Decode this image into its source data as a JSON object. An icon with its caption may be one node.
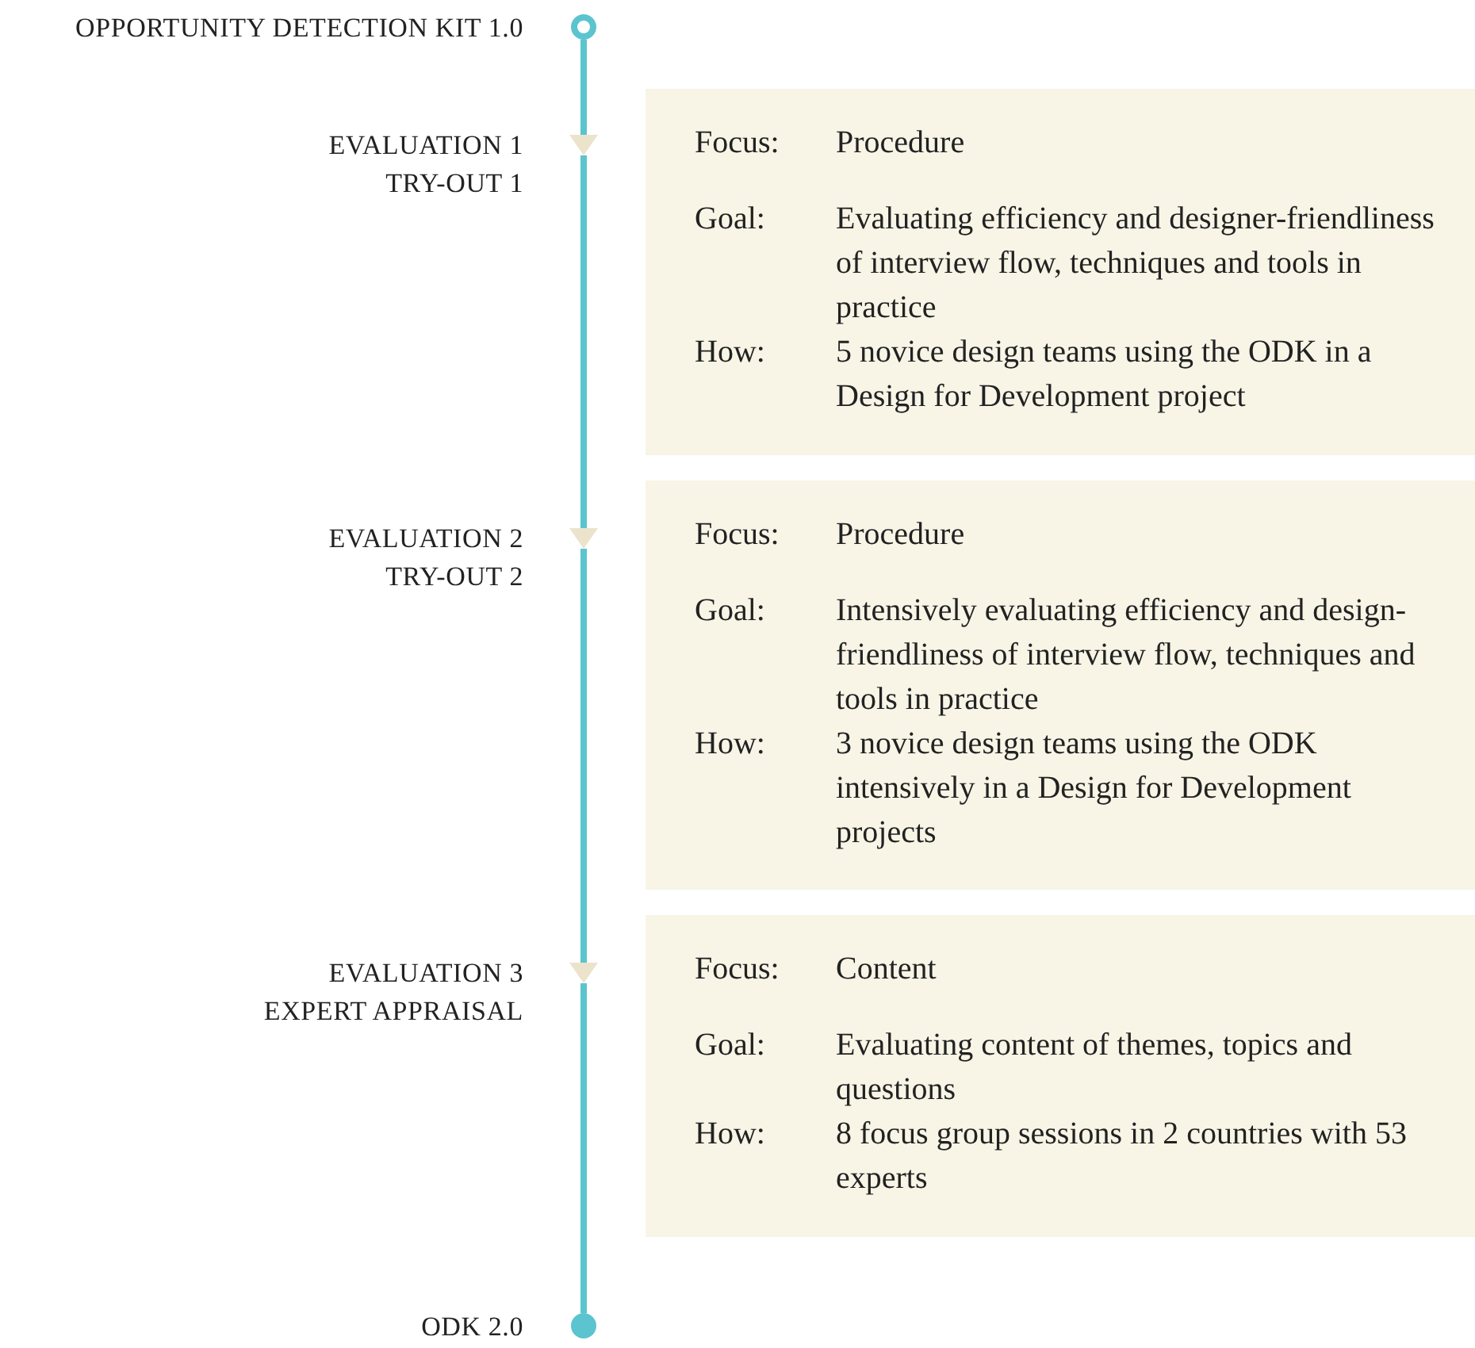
{
  "diagram": {
    "nodes": [
      {
        "text": [],
        "shape": "circle",
        "beside": [
          "OPPORTUNITY DETECTION KIT 1.0"
        ]
      },
      {
        "text": [],
        "shape": "triangle",
        "beside": [
          "EVALUATION 1",
          "TRY-OUT 1"
        ]
      },
      {
        "text": [
          "Focus:",
          "Procedure",
          "Goal:",
          "Evaluating efficiency and designer-friendliness of interview flow, techniques and tools in practice",
          "How:",
          "5 novice design teams using the ODK in a Design for Development project"
        ]
      },
      {
        "text": [],
        "shape": "triangle",
        "beside": [
          "EVALUATION 2",
          "TRY-OUT 2"
        ]
      },
      {
        "text": [
          "Focus:",
          "Procedure",
          "Goal:",
          "Intensively evaluating efficiency and design-friendliness of interview flow, techniques and tools in practice",
          "How:",
          "3 novice design teams using the ODK intensively in a Design for Development projects"
        ]
      },
      {
        "text": [],
        "shape": "triangle",
        "beside": [
          "EVALUATION 3",
          "EXPERT APPRAISAL"
        ]
      },
      {
        "text": [
          "Focus:",
          "Content",
          "Goal:",
          "Evaluating content of themes, topics and questions",
          "How:",
          "8 focus group sessions in 2 countries with 53 experts"
        ]
      },
      {
        "text": [],
        "shape": "circle",
        "beside": [
          "ODK 2.0"
        ]
      }
    ],
    "edges": [
      {
        "from": 0,
        "to": 1,
        "arrow": "none"
      },
      {
        "from": 1,
        "to": 3,
        "arrow": "none"
      },
      {
        "from": 3,
        "to": 5,
        "arrow": "none"
      },
      {
        "from": 5,
        "to": 7,
        "arrow": "none"
      }
    ]
  }
}
